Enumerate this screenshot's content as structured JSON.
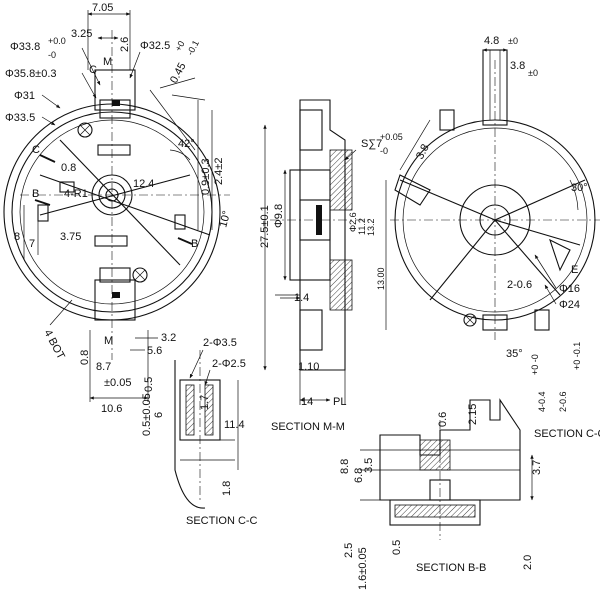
{
  "front_view": {
    "dims": {
      "d705": "7.05",
      "d325": "3.25",
      "d26": "2.6",
      "c_mark": "C",
      "m_mark": "M",
      "d338": "Φ33.8",
      "d338_tol_up": "+0.0",
      "d338_tol_dn": "-0",
      "d358": "Φ35.8±0.3",
      "d31": "Φ31",
      "d335": "Φ33.5",
      "d325b": "Φ32.5",
      "d045": "0.45",
      "d045_tol_up": "+0",
      "d045_tol_dn": "-0.1",
      "c_left": "C",
      "d08": "0.8",
      "ang42": "42°",
      "d09": "0.9±0.3",
      "d24": "2.4±2",
      "b_left": "B",
      "r4": "4-R1",
      "d124": "12.4",
      "ang10": "10°",
      "d8": "8",
      "d7": "7",
      "d375": "3.75",
      "b_right": "B",
      "bot": "4 BOT",
      "d08b": "0.8",
      "m_bot": "M",
      "d32": "3.2",
      "d56": "5.6",
      "d87": "8.7",
      "d005": "±0.05",
      "d05": "0.5",
      "d106": "10.6"
    }
  },
  "section_cc_left": {
    "title": "SECTION C-C",
    "dims": {
      "phi35": "2-Φ3.5",
      "phi25": "2-Φ2.5",
      "d05": "0.5±0.05",
      "d6": "6",
      "d17": "1.7",
      "d114": "11.4",
      "d18": "1.8"
    }
  },
  "section_mm": {
    "title": "SECTION M-M",
    "dims": {
      "s7": "S∑7",
      "s7_tol_up": "+0.05",
      "s7_tol_dn": "-0",
      "d275": "27.5±0.1",
      "phi98": "Φ9.8",
      "phi26": "Φ2.6",
      "d112": "11.2",
      "d132": "13.2",
      "d1300": "13.00",
      "d14": "1.4",
      "d110": "1.10",
      "d14b": "14",
      "pl": "PL"
    }
  },
  "right_view": {
    "dims": {
      "d48": "4.8",
      "d48_tol": "±0",
      "d38": "3.8",
      "d38_tol": "±0",
      "d38b": "3.8",
      "ang30": "30°",
      "e_mark": "E",
      "d206": "2-0.6",
      "phi16": "Φ16",
      "phi24": "Φ24",
      "ang35": "35°",
      "d04": "4-0.4",
      "d04_tol": "+0 -0",
      "d206b": "2-0.6",
      "d206b_tol": "+0 -0.1"
    }
  },
  "section_cc_right": {
    "title": "SECTION C-C"
  },
  "section_bb": {
    "title": "SECTION B-B",
    "dims": {
      "d06": "0.6",
      "d215": "2.15",
      "d88": "8.8",
      "d68": "6.8",
      "d35": "3.5",
      "d37": "3.7",
      "d25": "2.5",
      "d16": "1.6±0.05",
      "d05": "0.5",
      "d20": "2.0"
    }
  }
}
